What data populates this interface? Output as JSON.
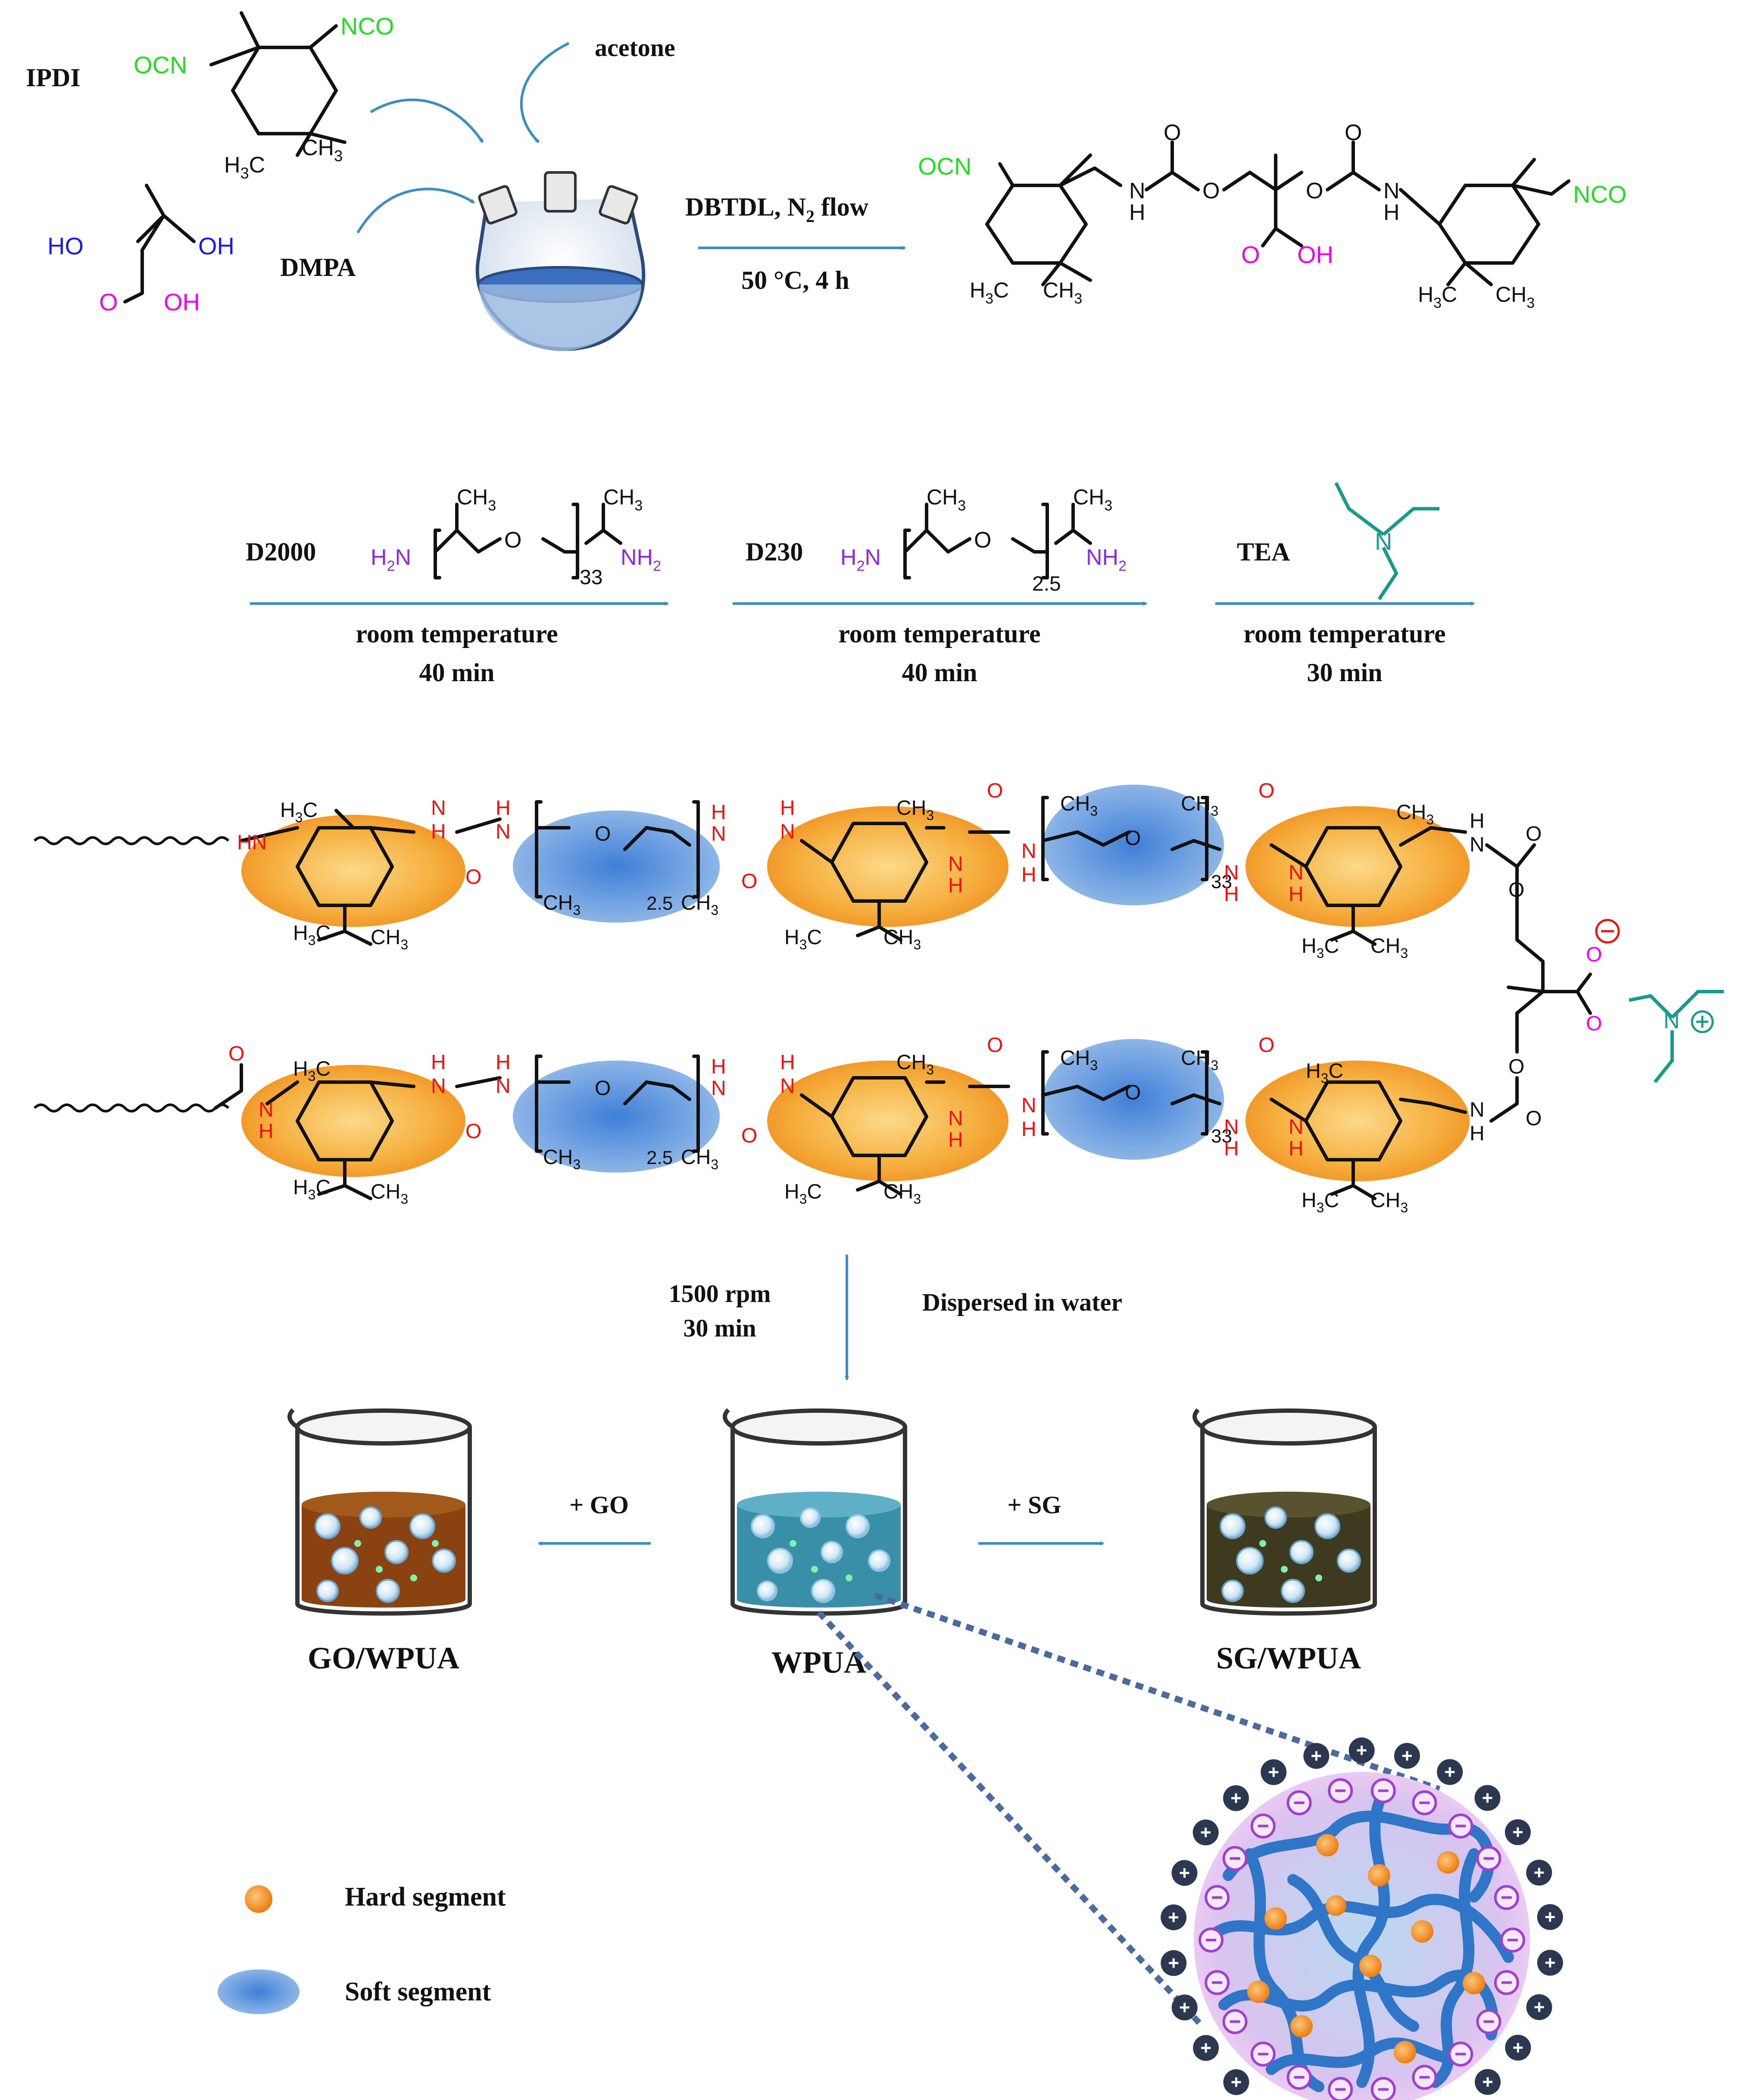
{
  "reaction1": {
    "ipdi_label": "IPDI",
    "dmpa_label": "DMPA",
    "acetone_label": "acetone",
    "catalyst": "DBTDL, N",
    "catalyst_sub": "2",
    "catalyst_tail": " flow",
    "conditions": "50 °C, 4 h",
    "nco": "NCO",
    "ocn": "OCN",
    "ho": "HO",
    "oh": "OH",
    "o": "O",
    "nh": "N",
    "h": "H",
    "h3c": "H3C",
    "ch3": "CH3"
  },
  "step2": {
    "d2000_label": "D2000",
    "d2000_n": "33",
    "d230_label": "D230",
    "d230_n": "2.5",
    "tea_label": "TEA",
    "nh2": "NH2",
    "h2n": "H2N",
    "cond1_line1": "room temperature",
    "cond1_line2": "40 min",
    "cond2_line1": "room temperature",
    "cond2_line2": "40 min",
    "cond3_line1": "room temperature",
    "cond3_line2": "30 min"
  },
  "dispersion": {
    "speed": "1500 rpm",
    "time": "30 min",
    "note": "Dispersed in water",
    "add_go": "+ GO",
    "add_sg": "+ SG",
    "go_wpua": "GO/WPUA",
    "wpua": "WPUA",
    "sg_wpua": "SG/WPUA"
  },
  "legend": {
    "hard": "Hard segment",
    "soft": "Soft  segment"
  },
  "colors": {
    "nco_green": "#22dd22",
    "hydroxyl_blue": "#1a1aee",
    "carboxyl_magenta": "#ee00ee",
    "urea_red": "#ee1111",
    "amine_purple": "#8a2be2",
    "tea_teal": "#1a9a8a",
    "arrow_blue": "#3a8fbe",
    "hard_orange": "#f5a623",
    "soft_blue": "#5b8fd6"
  }
}
